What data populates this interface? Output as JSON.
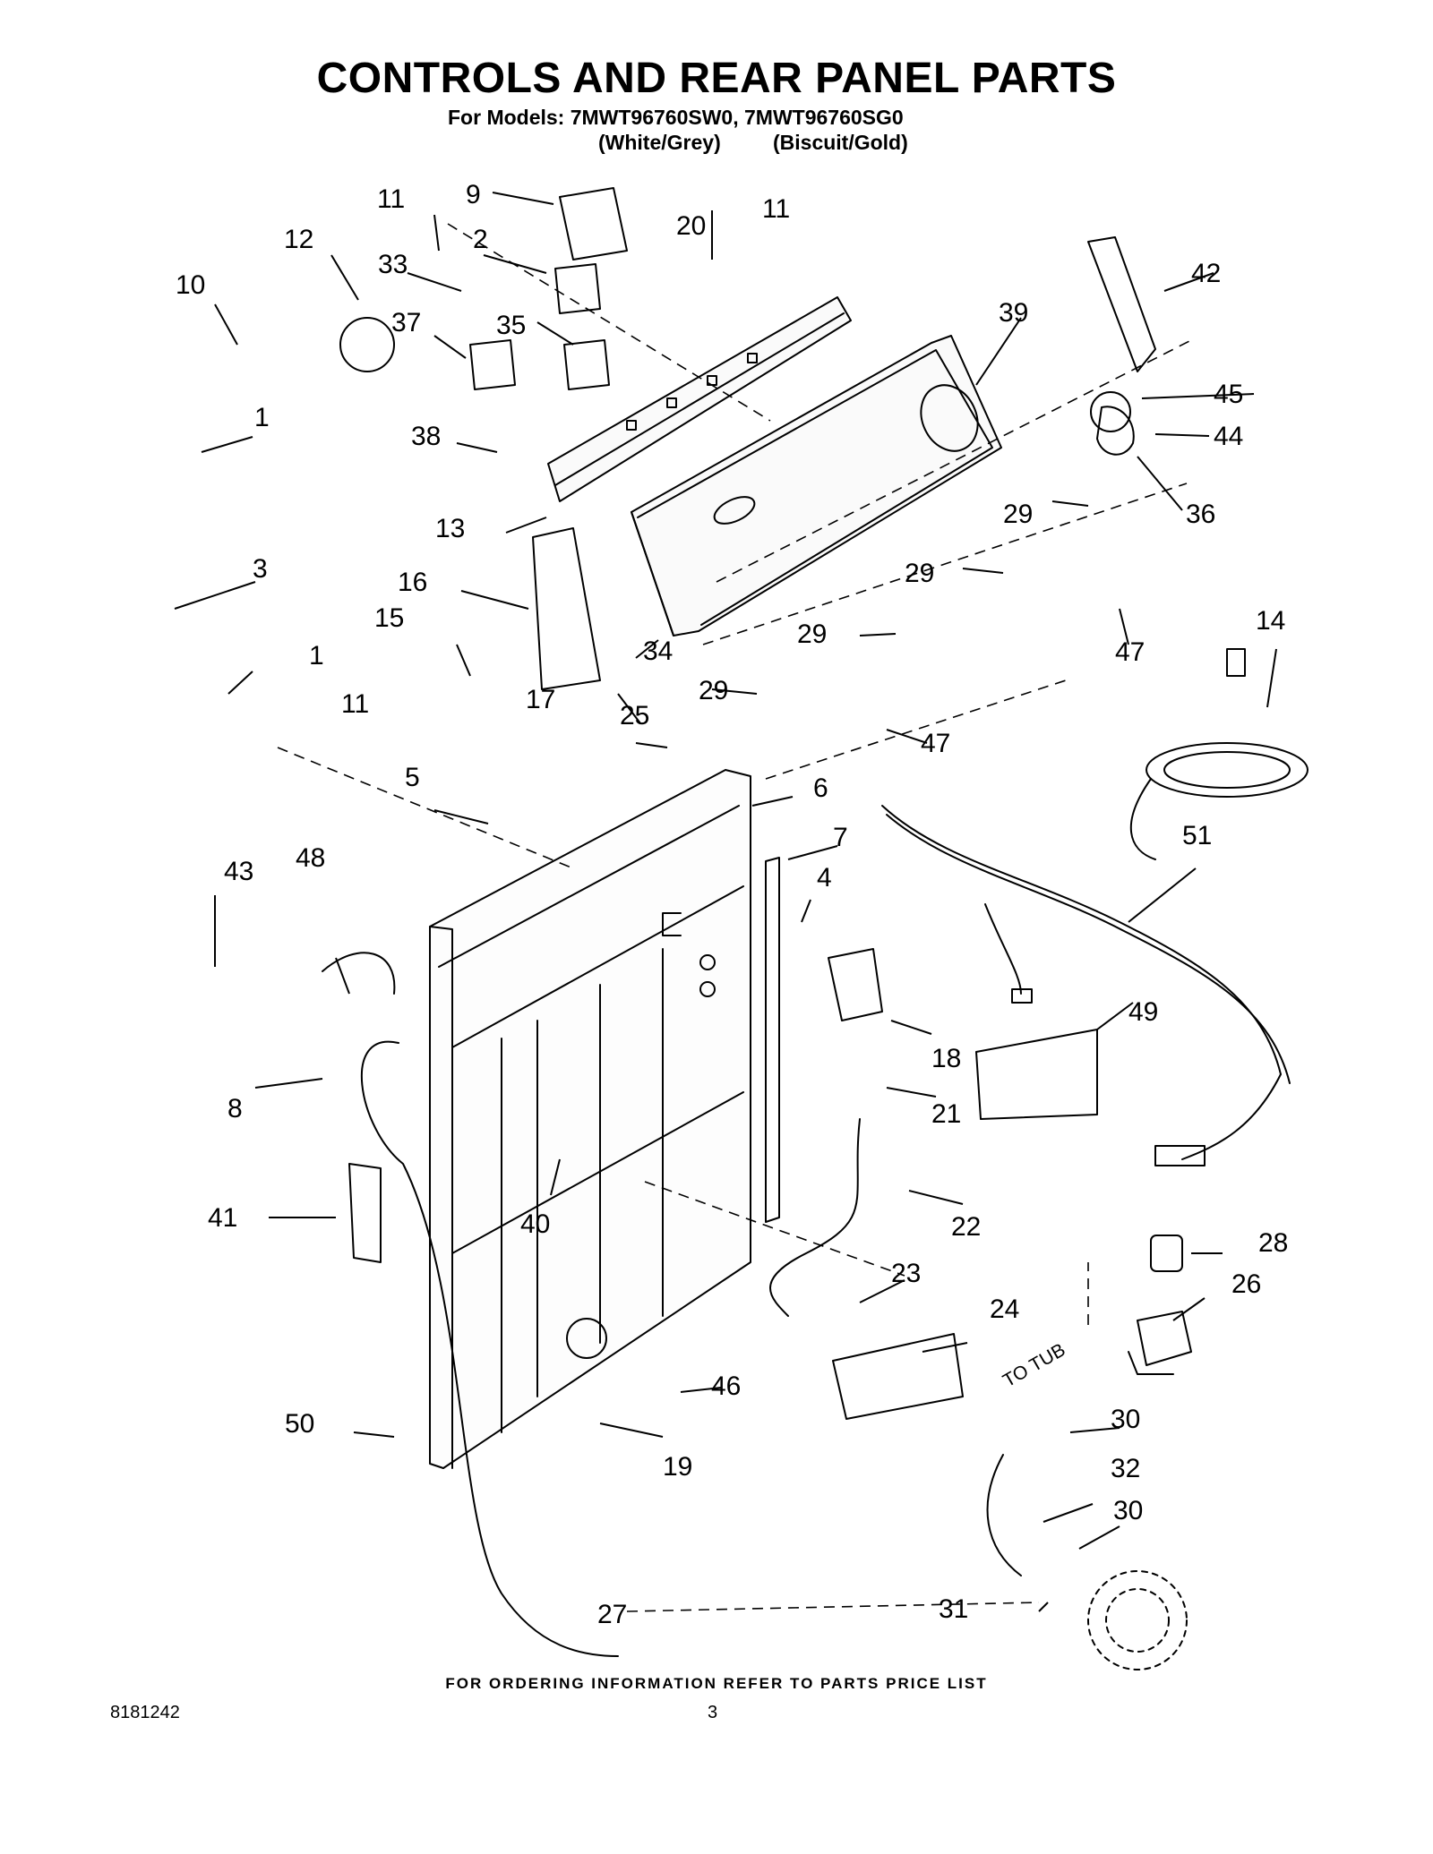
{
  "header": {
    "title": "CONTROLS AND REAR PANEL PARTS",
    "models_line": "For Models: 7MWT96760SW0, 7MWT96760SG0",
    "color_1": "(White/Grey)",
    "color_2": "(Biscuit/Gold)"
  },
  "callouts": [
    {
      "label": "1"
    },
    {
      "label": "1"
    },
    {
      "label": "2"
    },
    {
      "label": "3"
    },
    {
      "label": "4"
    },
    {
      "label": "5"
    },
    {
      "label": "6"
    },
    {
      "label": "7"
    },
    {
      "label": "8"
    },
    {
      "label": "9"
    },
    {
      "label": "10"
    },
    {
      "label": "11"
    },
    {
      "label": "11"
    },
    {
      "label": "11"
    },
    {
      "label": "12"
    },
    {
      "label": "13"
    },
    {
      "label": "14"
    },
    {
      "label": "15"
    },
    {
      "label": "16"
    },
    {
      "label": "17"
    },
    {
      "label": "18"
    },
    {
      "label": "19"
    },
    {
      "label": "20"
    },
    {
      "label": "21"
    },
    {
      "label": "22"
    },
    {
      "label": "23"
    },
    {
      "label": "24"
    },
    {
      "label": "25"
    },
    {
      "label": "26"
    },
    {
      "label": "27"
    },
    {
      "label": "28"
    },
    {
      "label": "29"
    },
    {
      "label": "29"
    },
    {
      "label": "29"
    },
    {
      "label": "29"
    },
    {
      "label": "30"
    },
    {
      "label": "30"
    },
    {
      "label": "31"
    },
    {
      "label": "32"
    },
    {
      "label": "33"
    },
    {
      "label": "34"
    },
    {
      "label": "35"
    },
    {
      "label": "36"
    },
    {
      "label": "37"
    },
    {
      "label": "38"
    },
    {
      "label": "39"
    },
    {
      "label": "40"
    },
    {
      "label": "41"
    },
    {
      "label": "42"
    },
    {
      "label": "43"
    },
    {
      "label": "44"
    },
    {
      "label": "45"
    },
    {
      "label": "46"
    },
    {
      "label": "47"
    },
    {
      "label": "47"
    },
    {
      "label": "48"
    },
    {
      "label": "49"
    },
    {
      "label": "50"
    },
    {
      "label": "51"
    }
  ],
  "annotation_to_tub": "TO TUB",
  "footer": {
    "ordering_note": "FOR ORDERING INFORMATION REFER TO PARTS PRICE LIST",
    "document_number": "8181242",
    "page_number": "3"
  }
}
